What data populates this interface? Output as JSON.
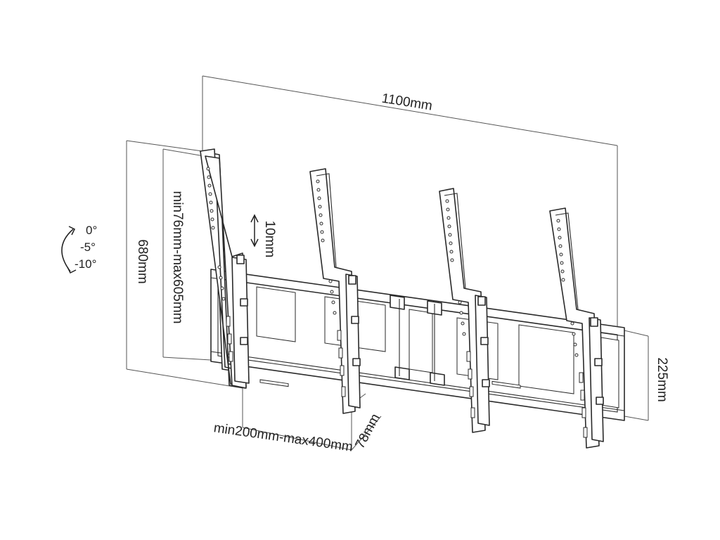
{
  "dimensions": {
    "width_label": "1100mm",
    "height_label": "680mm",
    "arm_range_label": "min76mm-max605mm",
    "adjust_label": "10mm",
    "rail_height_label": "225mm",
    "vesa_range_label": "min200mm-max400mm",
    "depth_label": "78mm"
  },
  "tilt": {
    "angles": [
      "0°",
      "-5°",
      "-10°"
    ]
  }
}
